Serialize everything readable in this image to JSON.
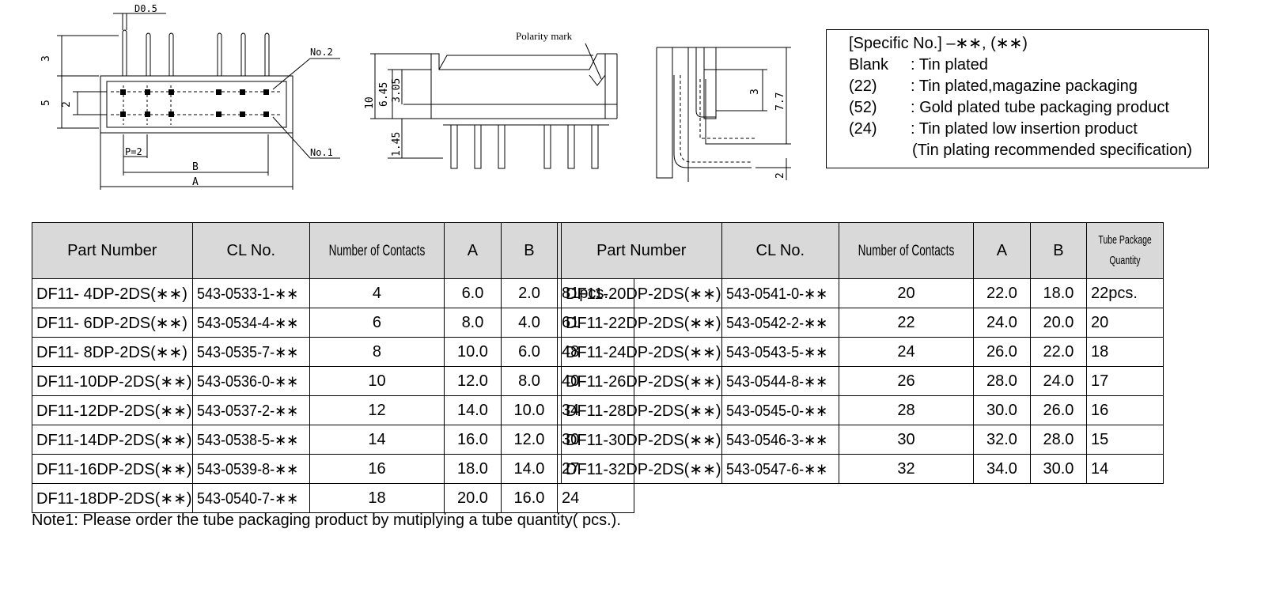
{
  "drawing": {
    "front": {
      "d05": "D0.5",
      "h3": "3",
      "h5": "5",
      "h2": "2",
      "no2": "No.2",
      "no1": "No.1",
      "pitch": "P=2",
      "B": "B",
      "A": "A"
    },
    "side": {
      "polarity": "Polarity mark",
      "d10": "10",
      "d645": "6.45",
      "d305": "3.05",
      "d145": "1.45"
    },
    "right": {
      "d3": "3",
      "d77": "7.7",
      "d2": "2"
    }
  },
  "spec": {
    "header": "[Specific No.]  –∗∗, (∗∗)",
    "rows": [
      {
        "code": "Blank",
        "desc": ": Tin plated"
      },
      {
        "code": "(22)",
        "desc": ": Tin plated,magazine packaging"
      },
      {
        "code": "(52)",
        "desc": ": Gold plated tube packaging product"
      },
      {
        "code": "(24)",
        "desc": ": Tin plated low insertion product"
      }
    ],
    "footnote": "(Tin plating recommended specification)"
  },
  "table": {
    "headers": [
      "Part Number",
      "CL No.",
      "Number of Contacts",
      "A",
      "B",
      "Tube Package",
      "Quantity"
    ],
    "left": [
      [
        "DF11- 4DP-2DS(∗∗)",
        "543-0533-1-∗∗",
        "4",
        "6.0",
        "2.0",
        "81pcs."
      ],
      [
        "DF11- 6DP-2DS(∗∗)",
        "543-0534-4-∗∗",
        "6",
        "8.0",
        "4.0",
        "61"
      ],
      [
        "DF11- 8DP-2DS(∗∗)",
        "543-0535-7-∗∗",
        "8",
        "10.0",
        "6.0",
        "48"
      ],
      [
        "DF11-10DP-2DS(∗∗)",
        "543-0536-0-∗∗",
        "10",
        "12.0",
        "8.0",
        "40"
      ],
      [
        "DF11-12DP-2DS(∗∗)",
        "543-0537-2-∗∗",
        "12",
        "14.0",
        "10.0",
        "34"
      ],
      [
        "DF11-14DP-2DS(∗∗)",
        "543-0538-5-∗∗",
        "14",
        "16.0",
        "12.0",
        "30"
      ],
      [
        "DF11-16DP-2DS(∗∗)",
        "543-0539-8-∗∗",
        "16",
        "18.0",
        "14.0",
        "27"
      ],
      [
        "DF11-18DP-2DS(∗∗)",
        "543-0540-7-∗∗",
        "18",
        "20.0",
        "16.0",
        "24"
      ]
    ],
    "right": [
      [
        "DF11-20DP-2DS(∗∗)",
        "543-0541-0-∗∗",
        "20",
        "22.0",
        "18.0",
        "22pcs."
      ],
      [
        "DF11-22DP-2DS(∗∗)",
        "543-0542-2-∗∗",
        "22",
        "24.0",
        "20.0",
        "20"
      ],
      [
        "DF11-24DP-2DS(∗∗)",
        "543-0543-5-∗∗",
        "24",
        "26.0",
        "22.0",
        "18"
      ],
      [
        "DF11-26DP-2DS(∗∗)",
        "543-0544-8-∗∗",
        "26",
        "28.0",
        "24.0",
        "17"
      ],
      [
        "DF11-28DP-2DS(∗∗)",
        "543-0545-0-∗∗",
        "28",
        "30.0",
        "26.0",
        "16"
      ],
      [
        "DF11-30DP-2DS(∗∗)",
        "543-0546-3-∗∗",
        "30",
        "32.0",
        "28.0",
        "15"
      ],
      [
        "DF11-32DP-2DS(∗∗)",
        "543-0547-6-∗∗",
        "32",
        "34.0",
        "30.0",
        "14"
      ]
    ]
  },
  "note": "Note1: Please order the tube packaging product by mutiplying a tube quantity( pcs.)."
}
